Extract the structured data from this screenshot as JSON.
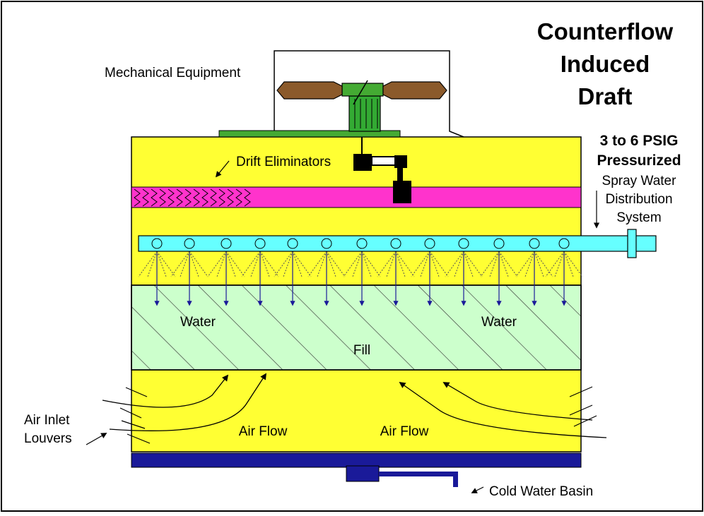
{
  "title_lines": [
    "Counterflow",
    "Induced",
    "Draft"
  ],
  "labels": {
    "mechanical_equipment": "Mechanical Equipment",
    "drift_eliminators": "Drift Eliminators",
    "pressure_line1": "3 to 6 PSIG",
    "pressure_line2": "Pressurized",
    "spray_line1": "Spray Water",
    "spray_line2": "Distribution",
    "spray_line3": "System",
    "water_left": "Water",
    "water_right": "Water",
    "fill": "Fill",
    "air_flow_left": "Air Flow",
    "air_flow_right": "Air Flow",
    "air_inlet_line1": "Air Inlet",
    "air_inlet_line2": "Louvers",
    "cold_water_basin": "Cold Water Basin"
  },
  "colors": {
    "casing": "#ffff33",
    "drift_eliminator": "#ff33cc",
    "spray_pipe": "#66ffff",
    "fill": "#ccffcc",
    "basin": "#1a1a99",
    "fan_blade": "#8b5a2b",
    "motor": "#33aa33",
    "water_arrow": "#1a1a99"
  }
}
